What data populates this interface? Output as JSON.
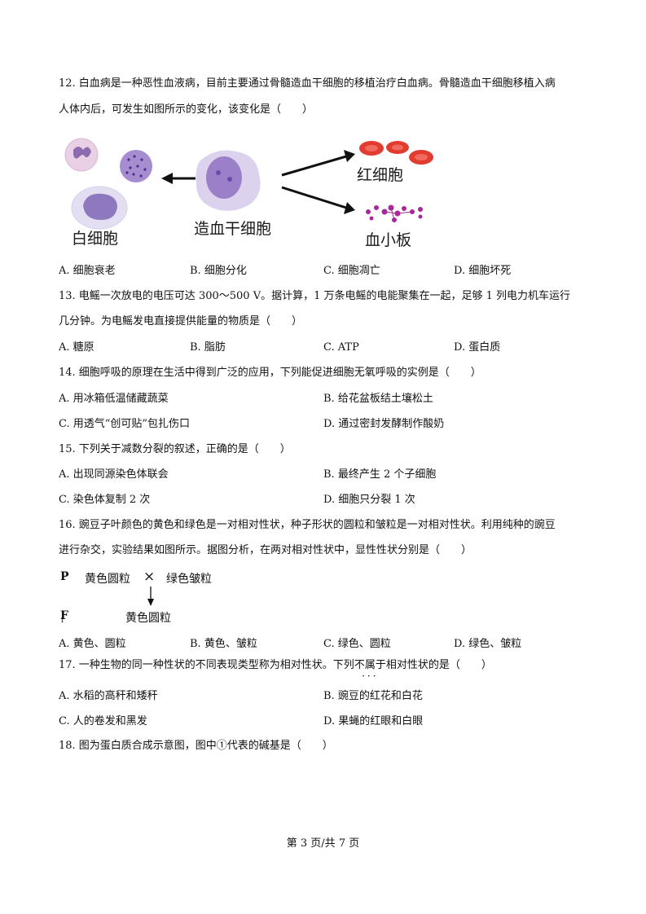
{
  "q12": {
    "line1": "12. 白血病是一种恶性血液病，目前主要通过骨髓造血干细胞的移植治疗白血病。骨髓造血干细胞移植入病",
    "line2": "人体内后，可发生如图所示的变化，该变化是（　　）",
    "figure": {
      "white_cell_label": "白细胞",
      "stem_cell_label": "造血干细胞",
      "red_cell_label": "红细胞",
      "platelet_label": "血小板"
    },
    "options": [
      "A. 细胞衰老",
      "B. 细胞分化",
      "C. 细胞凋亡",
      "D. 细胞坏死"
    ]
  },
  "q13": {
    "line1": "13. 电鳐一次放电的电压可达 300～500 V。据计算，1 万条电鳐的电能聚集在一起，足够 1 列电力机车运行",
    "line2": "几分钟。为电鳐发电直接提供能量的物质是（　　）",
    "options": [
      "A. 糖原",
      "B. 脂肪",
      "C. ATP",
      "D. 蛋白质"
    ]
  },
  "q14": {
    "line1": "14. 细胞呼吸的原理在生活中得到广泛的应用，下列能促进细胞无氧呼吸的实例是（　　）",
    "options": [
      "A. 用冰箱低温储藏蔬菜",
      "B. 给花盆板结土壤松土",
      "C. 用透气“创可贴”包扎伤口",
      "D. 通过密封发酵制作酸奶"
    ]
  },
  "q15": {
    "line1": "15. 下列关于减数分裂的叙述，正确的是（　　）",
    "options": [
      "A. 出现同源染色体联会",
      "B. 最终产生 2 个子细胞",
      "C. 染色体复制 2 次",
      "D. 细胞只分裂 1 次"
    ]
  },
  "q16": {
    "line1": "16. 豌豆子叶颜色的黄色和绿色是一对相对性状，种子形状的圆粒和皱粒是一对相对性状。利用纯种的豌豆",
    "line2": "进行杂交，实验结果如图所示。据图分析，在两对相对性状中，显性性状分别是（　　）",
    "cross": {
      "p_label": "P",
      "parent1": "黄色圆粒",
      "cross_symbol": "×",
      "parent2": "绿色皱粒",
      "f1_label": "F",
      "f1_sub": "1",
      "f1_result": "黄色圆粒"
    },
    "options": [
      "A. 黄色、圆粒",
      "B. 黄色、皱粒",
      "C. 绿色、圆粒",
      "D. 绿色、皱粒"
    ]
  },
  "q17": {
    "line1_pre": "17. 一种生物的同一种性状的不同表现类型称为相对性状。下列",
    "line1_emph": "不属于",
    "line1_post": "相对性状的是（　　）",
    "options": [
      "A. 水稻的高秆和矮秆",
      "B. 豌豆的红花和白花",
      "C. 人的卷发和黑发",
      "D. 果蝇的红眼和白眼"
    ]
  },
  "q18": {
    "line1": "18. 图为蛋白质合成示意图，图中①代表的碱基是（　　）"
  },
  "footer": {
    "page_text": "第 3 页/共 7 页"
  }
}
